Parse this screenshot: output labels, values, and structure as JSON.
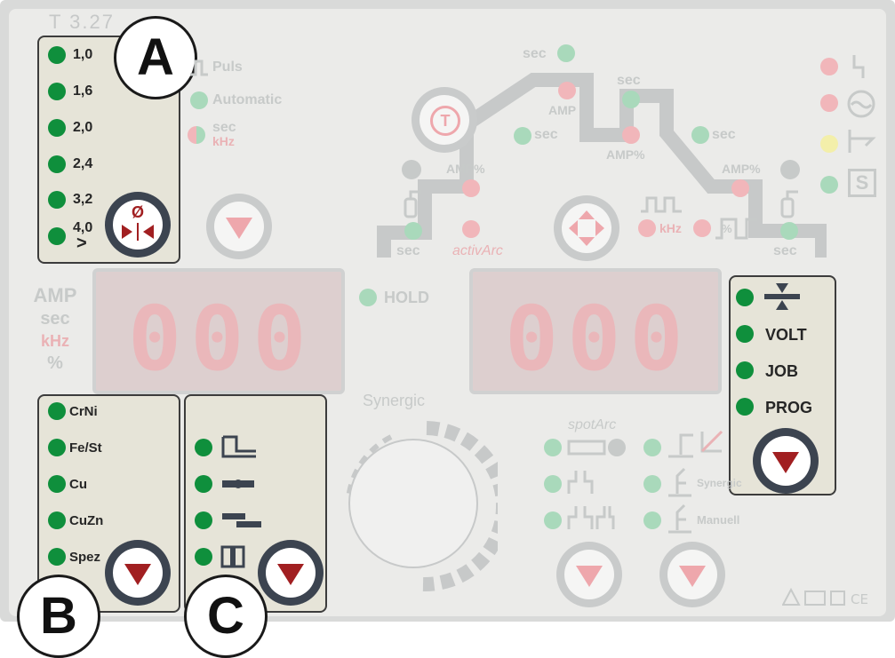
{
  "model": "T 3.27",
  "callouts": {
    "a": "A",
    "b": "B",
    "c": "C"
  },
  "diameter_box": {
    "items": [
      "1,0",
      "1,6",
      "2,0",
      "2,4",
      "3,2",
      "4,0"
    ],
    "more": ">",
    "button_symbol": "Ø"
  },
  "mode_labels": {
    "puls": "Puls",
    "automatic": "Automatic",
    "sec": "sec",
    "khz": "kHz"
  },
  "left_units": {
    "amp": "AMP",
    "sec": "sec",
    "khz": "kHz",
    "pct": "%"
  },
  "displays": {
    "left": "000",
    "right": "000"
  },
  "hold_label": "HOLD",
  "synergic_label": "Synergic",
  "right_box": {
    "items": [
      "VOLT",
      "JOB",
      "PROG"
    ]
  },
  "material_box": {
    "items": [
      "CrNi",
      "Fe/St",
      "Cu",
      "CuZn",
      "Spez"
    ]
  },
  "graph": {
    "sec_top": "sec",
    "sec_top2": "sec",
    "amp": "AMP",
    "sec_left": "sec",
    "sec_right": "sec",
    "amp_pct_left": "AMP%",
    "amp_pct_mid": "AMP%",
    "amp_pct_right": "AMP%",
    "sec_bottom_left": "sec",
    "sec_bottom_right": "sec",
    "activarc": "activArc",
    "khz": "kHz",
    "pct": "%"
  },
  "spotarc_label": "spotArc",
  "torch_labels": {
    "synergic": "Synergic",
    "manuell": "Manuell"
  },
  "colors": {
    "led_on": "#0f8f3c",
    "accent_red": "#a11f21",
    "knob_dark": "#3c4450"
  }
}
